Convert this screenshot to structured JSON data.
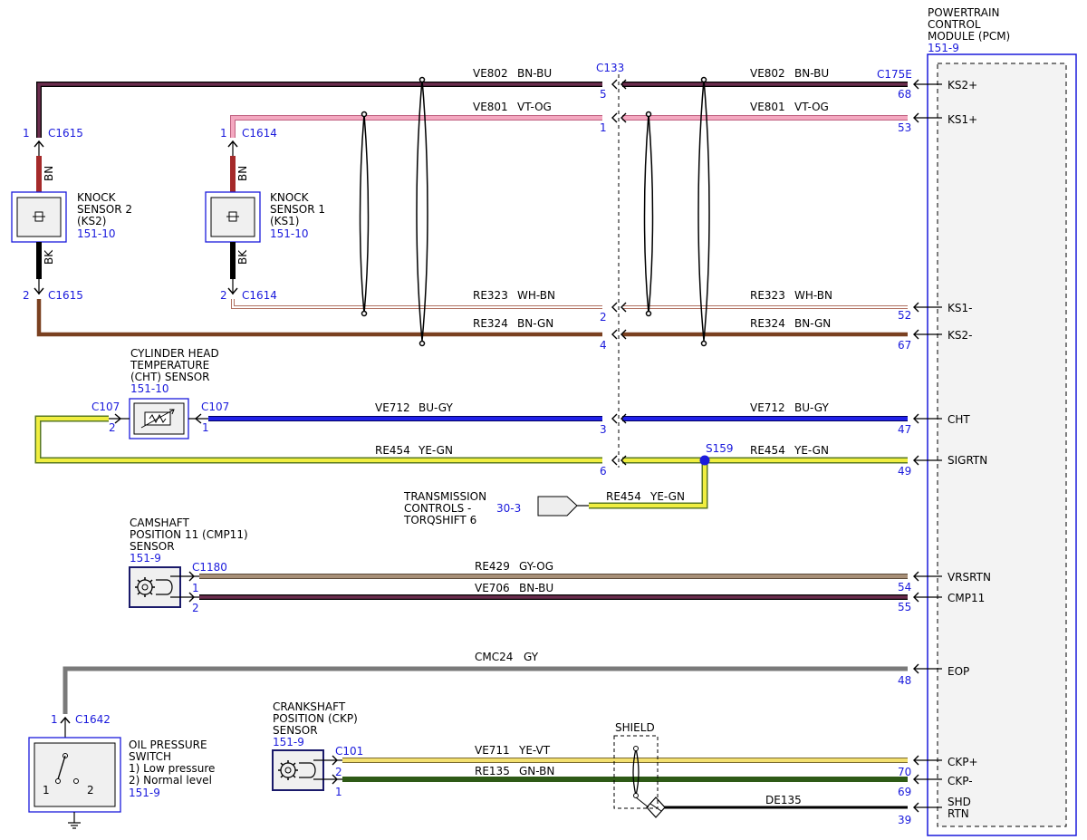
{
  "pcm": {
    "title_lines": [
      "POWERTRAIN",
      "CONTROL",
      "MODULE (PCM)"
    ],
    "ref": "151-9",
    "pins": {
      "ks2p": "KS2+",
      "ks1p": "KS1+",
      "ks1n": "KS1-",
      "ks2n": "KS2-",
      "cht": "CHT",
      "sigrtn": "SIGRTN",
      "vrsrtn": "VRSRTN",
      "cmp11": "CMP11",
      "eop": "EOP",
      "ckpp": "CKP+",
      "ckpn": "CKP-",
      "shd1": "SHD",
      "shd2": "RTN"
    }
  },
  "connectors": {
    "c133": "C133",
    "c175e": "C175E",
    "c1615": "C1615",
    "c1614": "C1614",
    "c107": "C107",
    "c1180": "C1180",
    "c1642": "C1642",
    "c101": "C101",
    "s159": "S159"
  },
  "wires": {
    "ks2p": {
      "circuit": "VE802",
      "color": "BN-BU"
    },
    "ks1p": {
      "circuit": "VE801",
      "color": "VT-OG"
    },
    "ks1n": {
      "circuit": "RE323",
      "color": "WH-BN"
    },
    "ks2n": {
      "circuit": "RE324",
      "color": "BN-GN"
    },
    "cht": {
      "circuit": "VE712",
      "color": "BU-GY"
    },
    "sigrtn": {
      "circuit": "RE454",
      "color": "YE-GN"
    },
    "trans": {
      "circuit": "RE454",
      "color": "YE-GN"
    },
    "vrsrtn": {
      "circuit": "RE429",
      "color": "GY-OG"
    },
    "cmp11": {
      "circuit": "VE706",
      "color": "BN-BU"
    },
    "eop": {
      "circuit": "CMC24",
      "color": "GY"
    },
    "ckpp": {
      "circuit": "VE711",
      "color": "YE-VT"
    },
    "ckpn": {
      "circuit": "RE135",
      "color": "GN-BN"
    },
    "shd": {
      "circuit": "DE135",
      "color": ""
    }
  },
  "pins": {
    "c133": {
      "ks2p": "5",
      "ks1p": "1",
      "ks1n": "2",
      "ks2n": "4",
      "cht": "3",
      "sigrtn": "6"
    },
    "c175e": {
      "ks2p": "68",
      "ks1p": "53",
      "ks1n": "52",
      "ks2n": "67",
      "cht": "47",
      "sigrtn": "49",
      "vrsrtn": "54",
      "cmp11": "55",
      "eop": "48",
      "ckpp": "70",
      "ckpn": "69",
      "shd": "39"
    },
    "ks2": {
      "top": "1",
      "bottom": "2"
    },
    "ks1": {
      "top": "1",
      "bottom": "2"
    },
    "cht": {
      "left": "2",
      "right": "1"
    },
    "cmp": {
      "top": "1",
      "bottom": "2"
    },
    "oil": {
      "top": "1"
    },
    "ckp": {
      "top": "2",
      "bottom": "1"
    }
  },
  "ks2": {
    "lines": [
      "KNOCK",
      "SENSOR 2",
      "(KS2)"
    ],
    "ref": "151-10",
    "wire_top": "BN",
    "wire_bottom": "BK"
  },
  "ks1": {
    "lines": [
      "KNOCK",
      "SENSOR 1",
      "(KS1)"
    ],
    "ref": "151-10",
    "wire_top": "BN",
    "wire_bottom": "BK"
  },
  "cht_sensor": {
    "lines": [
      "CYLINDER HEAD",
      "TEMPERATURE",
      "(CHT) SENSOR"
    ],
    "ref": "151-10"
  },
  "trans": {
    "lines": [
      "TRANSMISSION",
      "CONTROLS -",
      "TORQSHIFT 6"
    ],
    "ref": "30-3"
  },
  "cmp_sensor": {
    "lines": [
      "CAMSHAFT",
      "POSITION 11 (CMP11)",
      "SENSOR"
    ],
    "ref": "151-9"
  },
  "oil": {
    "lines": [
      "OIL PRESSURE",
      "SWITCH",
      "1) Low pressure",
      "2) Normal level"
    ],
    "ref": "151-9",
    "pos1": "1",
    "pos2": "2"
  },
  "ckp_sensor": {
    "lines": [
      "CRANKSHAFT",
      "POSITION (CKP)",
      "SENSOR"
    ],
    "ref": "151-9"
  },
  "shield": {
    "label": "SHIELD"
  },
  "colors": {
    "ref_blue": "#1a1adc",
    "brown": "#7a4020",
    "bn_bu": "#6b2d4e",
    "pink": "#f0a0b8",
    "wh_bn": "#f2dcd0",
    "blue": "#1a1ae6",
    "yellow": "#f0ee40",
    "green_stripe": "#6a9a2a",
    "gray_og": "#9b8870",
    "gray": "#808080",
    "ye_vt": "#f0dd50",
    "gn_bn": "#3a6a1c",
    "red": "#a52a2a"
  }
}
